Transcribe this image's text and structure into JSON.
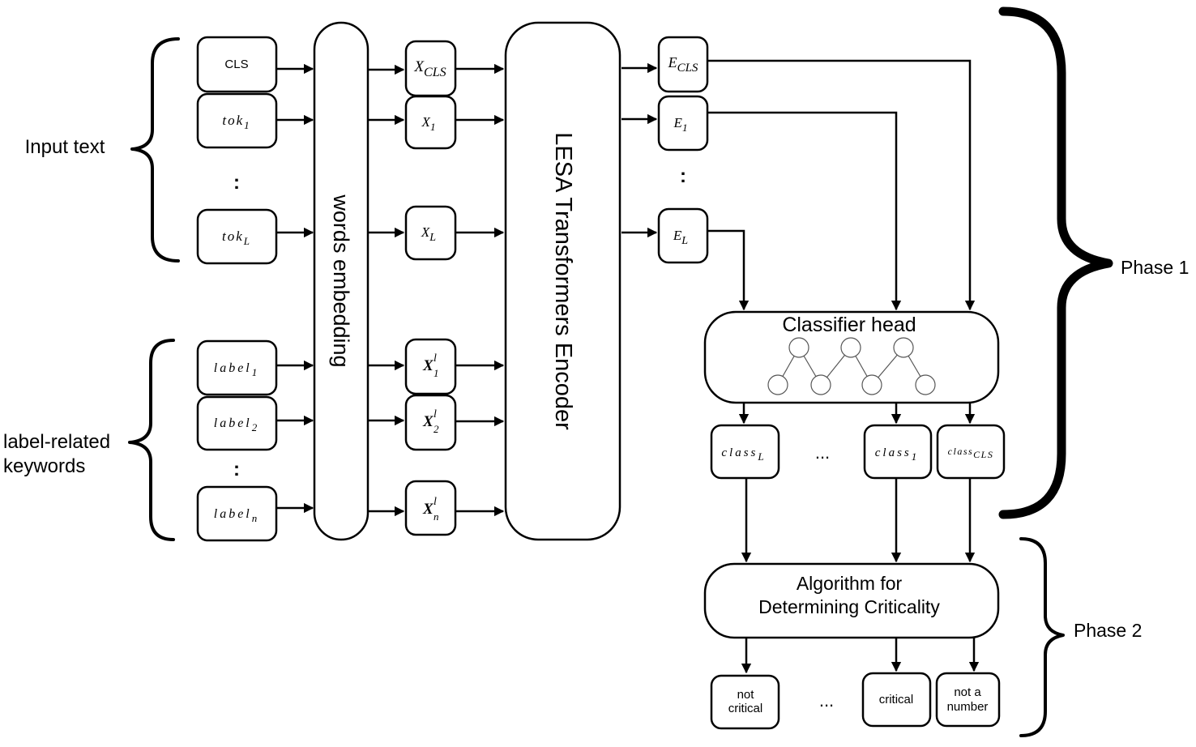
{
  "groups": {
    "input_text": "Input text",
    "keywords_line1": "label-related",
    "keywords_line2": "keywords",
    "phase1": "Phase 1",
    "phase2": "Phase 2"
  },
  "tokens": {
    "cls": "CLS",
    "tok1": {
      "base": "tok",
      "sub": "1"
    },
    "dots": ":",
    "tokL": {
      "base": "tok",
      "sub": "L"
    },
    "label1": {
      "base": "label",
      "sub": "1"
    },
    "label2": {
      "base": "label",
      "sub": "2"
    },
    "label_dots": ":",
    "labeln": {
      "base": "label",
      "sub": "n"
    }
  },
  "embedding": {
    "title": "words embedding"
  },
  "xvectors": {
    "xcls": {
      "base": "X",
      "sub": "CLS"
    },
    "x1": {
      "base": "X",
      "sub": "1"
    },
    "xL": {
      "base": "X",
      "sub": "L"
    },
    "xl1": {
      "base": "X",
      "sup": "l",
      "sub": "1"
    },
    "xl2": {
      "base": "X",
      "sup": "l",
      "sub": "2"
    },
    "xln": {
      "base": "X",
      "sup": "l",
      "sub": "n"
    }
  },
  "encoder": {
    "title": "LESA Transformers Encoder"
  },
  "evectors": {
    "ecls": {
      "base": "E",
      "sub": "CLS"
    },
    "e1": {
      "base": "E",
      "sub": "1"
    },
    "dots": ":",
    "eL": {
      "base": "E",
      "sub": "L"
    }
  },
  "classifier": {
    "title": "Classifier head"
  },
  "classes": {
    "classL": {
      "base": "class",
      "sub": "L"
    },
    "dots": "...",
    "class1": {
      "base": "class",
      "sub": "1"
    },
    "classCLS": {
      "base": "class",
      "sub": "CLS"
    }
  },
  "algorithm": {
    "line1": "Algorithm for",
    "line2": "Determining Criticality"
  },
  "outputs": {
    "not_critical_line1": "not",
    "not_critical_line2": "critical",
    "dots": "...",
    "critical": "critical",
    "not_a_number_line1": "not a",
    "not_a_number_line2": "number"
  }
}
